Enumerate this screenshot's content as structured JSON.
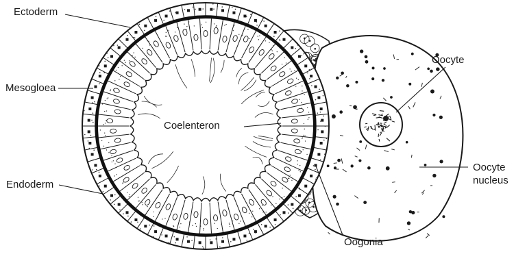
{
  "diagram": {
    "labels": {
      "ectoderm": "Ectoderm",
      "mesogloea": "Mesogloea",
      "endoderm": "Endoderm",
      "coelenteron": "Coelenteron",
      "oocyte": "Oocyte",
      "oocyte_nucleus_line1": "Oocyte",
      "oocyte_nucleus_line2": "nucleus",
      "oogonia": "Oogonia"
    }
  }
}
